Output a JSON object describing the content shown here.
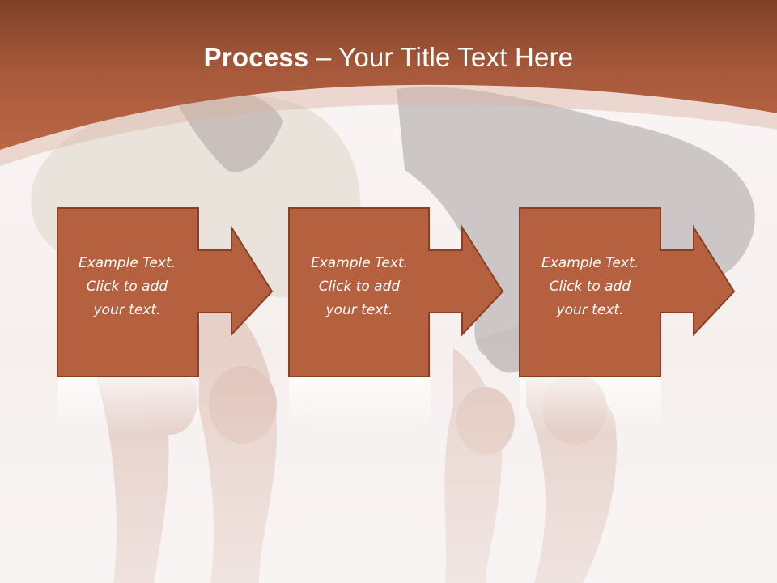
{
  "title": {
    "bold": "Process",
    "rest": " – Your Title Text Here"
  },
  "steps": [
    {
      "text": "Example Text.\nClick  to add\nyour text."
    },
    {
      "text": "Example Text.\nClick  to add\nyour text."
    },
    {
      "text": "Example Text.\nClick  to add\nyour text."
    }
  ],
  "colors": {
    "header": "#a95a3c",
    "box_fill": "#b5603f",
    "box_border": "#8a3f26"
  }
}
